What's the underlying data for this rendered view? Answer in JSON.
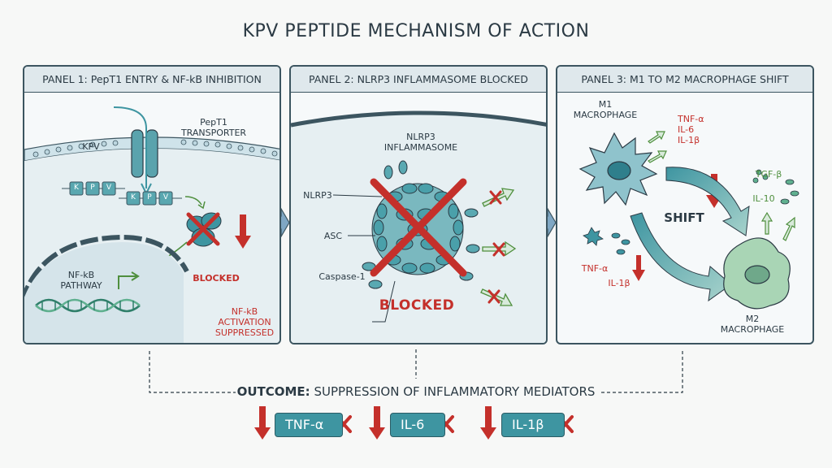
{
  "title": "KPV PEPTIDE MECHANISM OF ACTION",
  "panel1": {
    "header": "PANEL 1: PepT1 ENTRY & NF-kB INHIBITION",
    "kpv_label": "KPV",
    "peptide_residues": [
      "K",
      "P",
      "V"
    ],
    "transporter_label_line1": "PepT1",
    "transporter_label_line2": "TRANSPORTER",
    "nfkb_line1": "NF-kB",
    "nfkb_line2": "PATHWAY",
    "blocked": "BLOCKED",
    "suppressed_line1": "NF-kB",
    "suppressed_line2": "ACTIVATION",
    "suppressed_line3": "SUPPRESSED"
  },
  "panel2": {
    "header": "PANEL 2: NLRP3 INFLAMMASOME BLOCKED",
    "complex_line1": "NLRP3",
    "complex_line2": "INFLAMMASOME",
    "nlrp3": "NLRP3",
    "asc": "ASC",
    "caspase": "Caspase-1",
    "blocked": "BLOCKED"
  },
  "panel3": {
    "header": "PANEL 3: M1 TO M2 MACROPHAGE SHIFT",
    "m1_line1": "M1",
    "m1_line2": "MACROPHAGE",
    "m1_cytokines": [
      "TNF-α",
      "IL-6",
      "IL-1β"
    ],
    "low_cytokines": [
      "TNF-α",
      "IL-1β"
    ],
    "shift": "SHIFT",
    "tgf": "TGF-β",
    "il10": "IL-10",
    "m2_line1": "M2",
    "m2_line2": "MACROPHAGE"
  },
  "outcome": {
    "bold": "OUTCOME:",
    "text": " SUPPRESSION OF INFLAMMATORY MEDIATORS",
    "mediators": [
      "TNF-α",
      "IL-6",
      "IL-1β"
    ]
  },
  "colors": {
    "teal": "#3e95a1",
    "red": "#c4302b",
    "green": "#4f8f3e",
    "outline": "#3c5560"
  }
}
